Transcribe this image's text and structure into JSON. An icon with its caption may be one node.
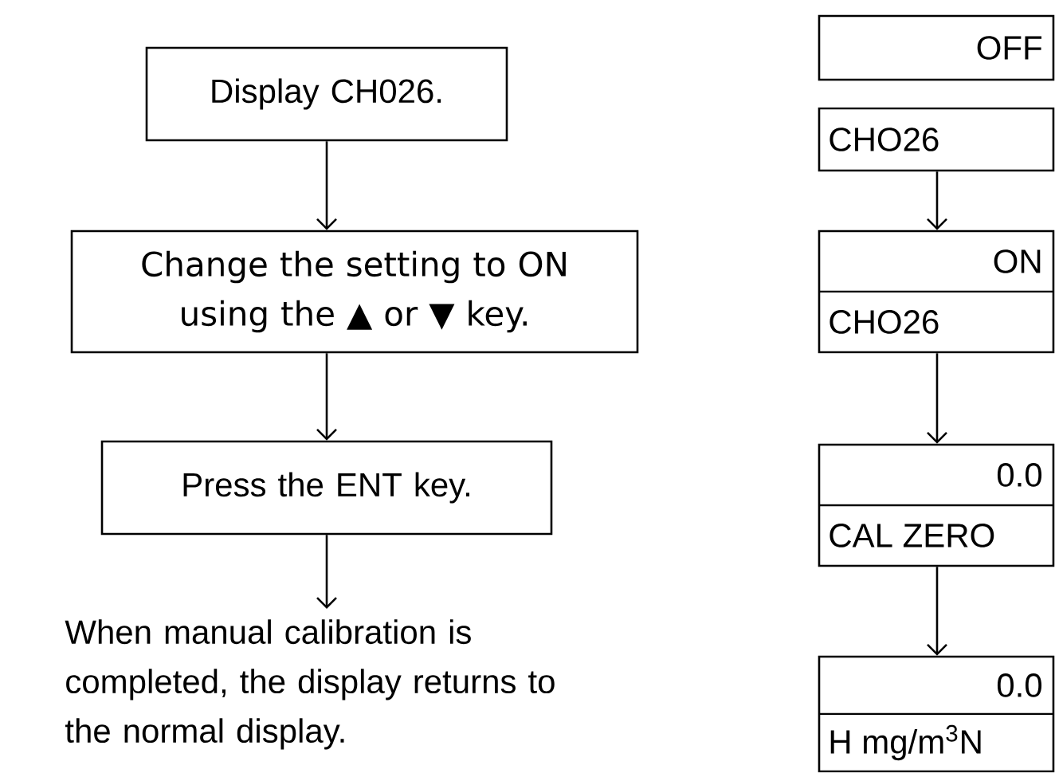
{
  "diagram": {
    "nodes": [
      {
        "text": [
          "Display CH026."
        ]
      },
      {
        "text": [
          "Change the setting to ON using the ▲ or ▼ key."
        ]
      },
      {
        "text": [
          "Press the ENT key."
        ]
      },
      {
        "text": [
          "When manual calibration is completed, the display returns to the normal display."
        ]
      },
      {
        "text": [
          "OFF"
        ]
      },
      {
        "text": [
          "CHO26"
        ]
      },
      {
        "text": [
          "ON",
          "CHO26"
        ]
      },
      {
        "text": [
          "0.0",
          "CAL ZERO"
        ]
      },
      {
        "text": [
          "0.0",
          "H mg/m$^{3}$N"
        ]
      }
    ],
    "edges": [
      {
        "from": 0,
        "to": 1,
        "arrow": "to"
      },
      {
        "from": 1,
        "to": 2,
        "arrow": "to"
      },
      {
        "from": 2,
        "to": 3,
        "arrow": "to"
      },
      {
        "from": 5,
        "to": 6,
        "arrow": "to"
      },
      {
        "from": 6,
        "to": 7,
        "arrow": "to"
      },
      {
        "from": 7,
        "to": 8,
        "arrow": "to"
      }
    ]
  }
}
